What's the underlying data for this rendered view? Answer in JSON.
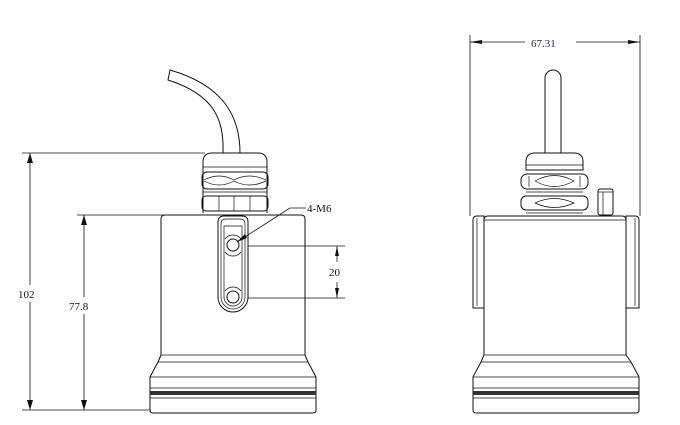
{
  "dimensions": {
    "overall_height": "102",
    "body_height": "77.8",
    "hole_spacing": "20",
    "thread_callout": "4-M6",
    "width": "67.31"
  },
  "views": [
    "front-view",
    "side-view"
  ],
  "colors": {
    "line": "#111111",
    "background": "#ffffff"
  }
}
